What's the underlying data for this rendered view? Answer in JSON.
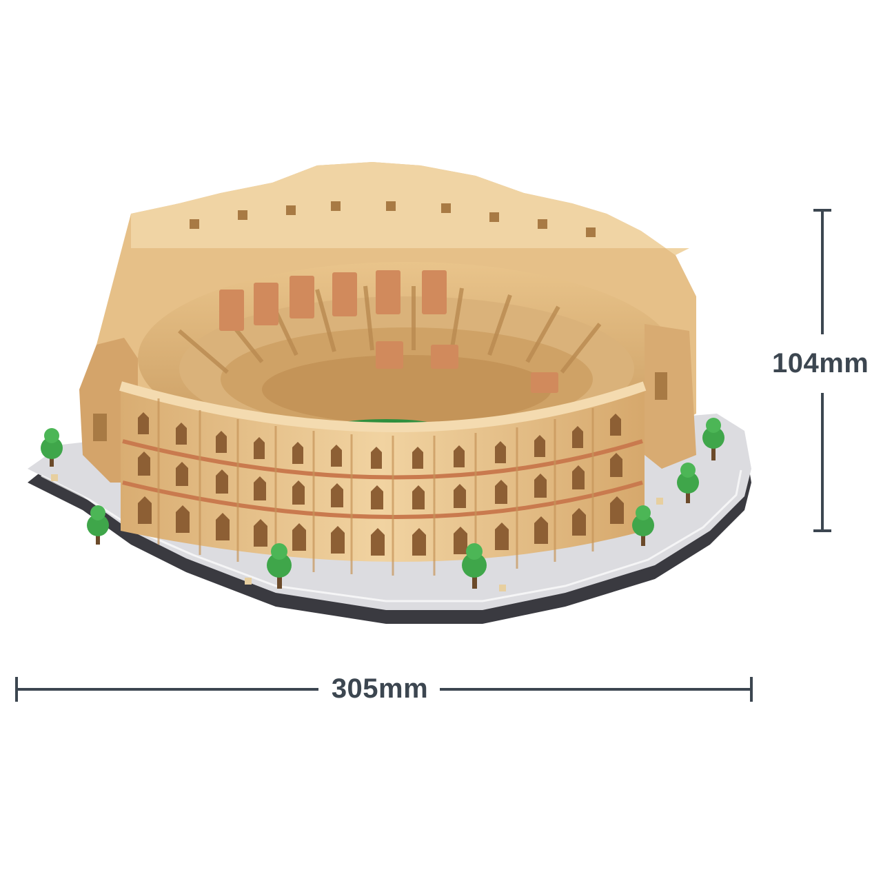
{
  "product": {
    "subject": "Colosseum",
    "dimensions": {
      "height_label": "104mm",
      "width_label": "305mm"
    }
  },
  "colors": {
    "dimension_line": "#3c4650",
    "brick_tan": "#e8c48c",
    "brick_shadow": "#c99a5e",
    "brick_accent": "#d18a5c",
    "base_light": "#dcdce0",
    "base_dark": "#3a3a40",
    "tree_green": "#3fa64a"
  }
}
